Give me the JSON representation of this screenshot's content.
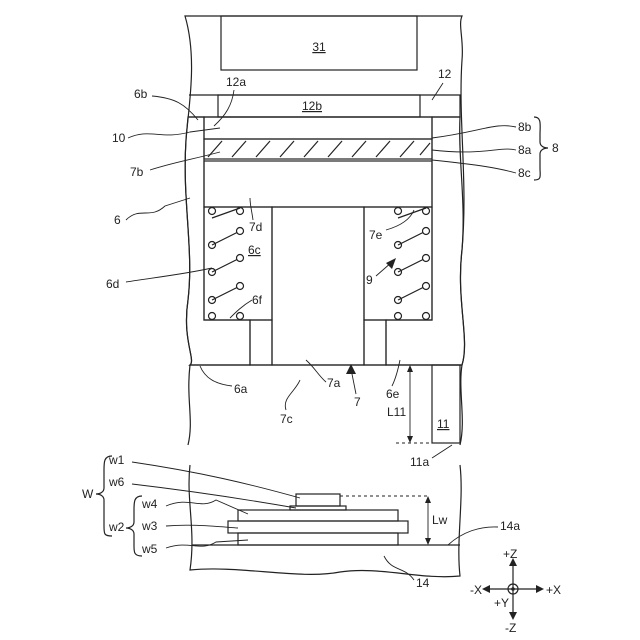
{
  "labels": {
    "l31": "31",
    "l12": "12",
    "l12a": "12a",
    "l12b": "12b",
    "l6b": "6b",
    "l10": "10",
    "l8b": "8b",
    "l8a": "8a",
    "l8c": "8c",
    "l8": "8",
    "l7b": "7b",
    "l6": "6",
    "l7d": "7d",
    "l7e": "7e",
    "l6c": "6c",
    "l9": "9",
    "l6d": "6d",
    "l6f": "6f",
    "l6a": "6a",
    "l7a": "7a",
    "l7": "7",
    "l6e": "6e",
    "l7c": "7c",
    "lL11": "L11",
    "l11": "11",
    "l11a": "11a",
    "lw1": "w1",
    "lw6": "w6",
    "lW": "W",
    "lw4": "w4",
    "lw2": "w2",
    "lw3": "w3",
    "lw5": "w5",
    "lLw": "Lw",
    "l14a": "14a",
    "l14": "14"
  },
  "axes": {
    "plus_z": "+Z",
    "minus_z": "-Z",
    "plus_x": "+X",
    "minus_x": "-X",
    "plus_y": "+Y"
  },
  "colors": {
    "line": "#222222",
    "frame_fill": "#efefef",
    "block_fill": "#d0d0d0",
    "dark_fill": "#5a5a5a"
  }
}
